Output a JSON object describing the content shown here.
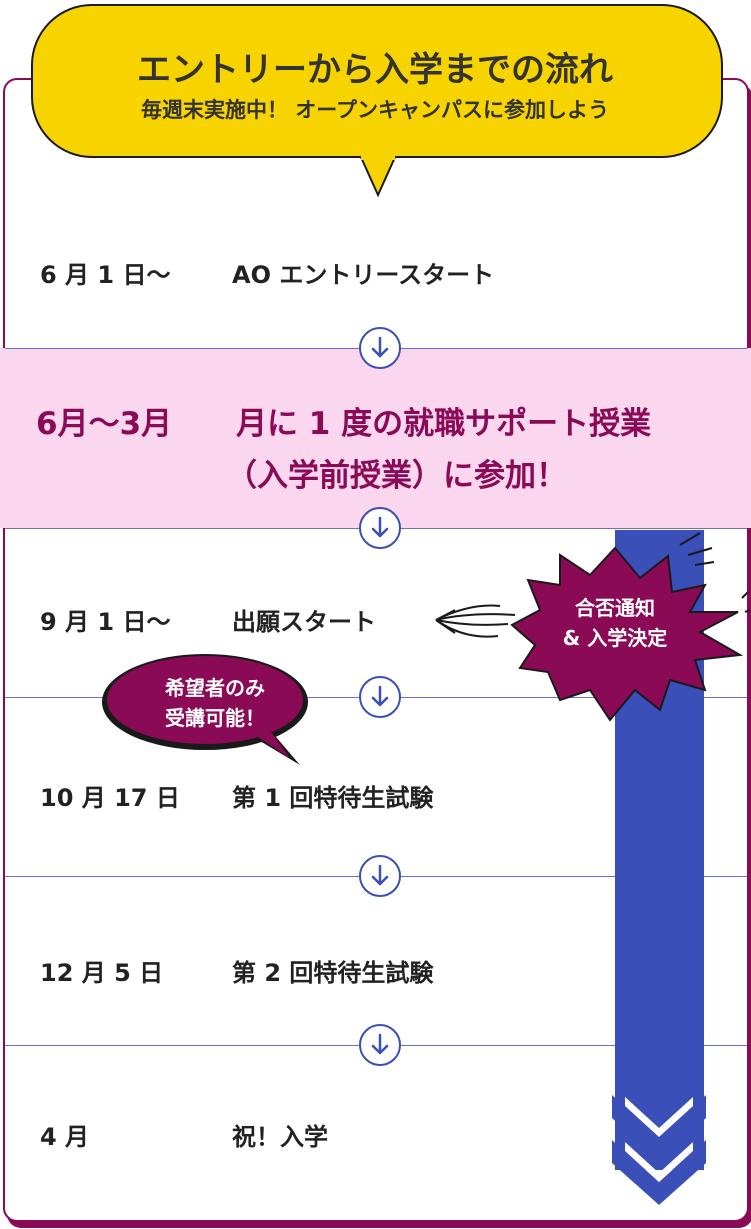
{
  "header": {
    "title": "エントリーから入学までの流れ",
    "subtitle": "毎週末実施中！ オープンキャンパスに参加しよう"
  },
  "timeline": [
    {
      "date": "6 月 1 日〜",
      "event": "AO エントリースタート"
    },
    {
      "date": "9 月 1 日〜",
      "event": "出願スタート"
    },
    {
      "date": "10 月 17 日",
      "event": "第 1 回特待生試験"
    },
    {
      "date": "12 月 5 日",
      "event": "第 2 回特待生試験"
    },
    {
      "date": "4 月",
      "event": "祝！入学"
    }
  ],
  "highlight": {
    "date": "6月〜3月",
    "line1": "月に 1 度の就職サポート授業",
    "line2": "（入学前授業）に参加！"
  },
  "callout_optional": {
    "line1": "希望者のみ",
    "line2": "受講可能！"
  },
  "callout_result": {
    "line1": "合否通知",
    "line2": "& 入学決定"
  },
  "colors": {
    "accent": "#8a0a55",
    "bubble": "#f7d400",
    "band": "#fbd7ef",
    "arrow": "#3b4fb8"
  },
  "icons": {
    "step_arrow": "arrow-down-circle-icon",
    "chevrons": "double-chevron-down-icon"
  }
}
